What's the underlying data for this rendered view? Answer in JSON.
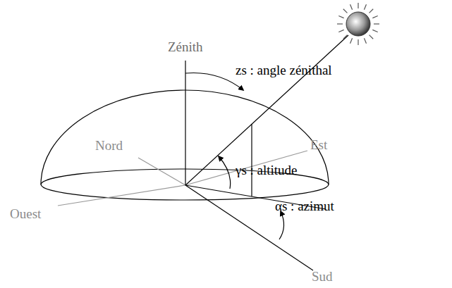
{
  "diagram": {
    "labels": [
      "Zénith",
      "zs : angle zénithal",
      "Nord",
      "Est",
      "γs : altitude",
      "Ouest",
      "αs : azimut",
      "Sud"
    ]
  }
}
